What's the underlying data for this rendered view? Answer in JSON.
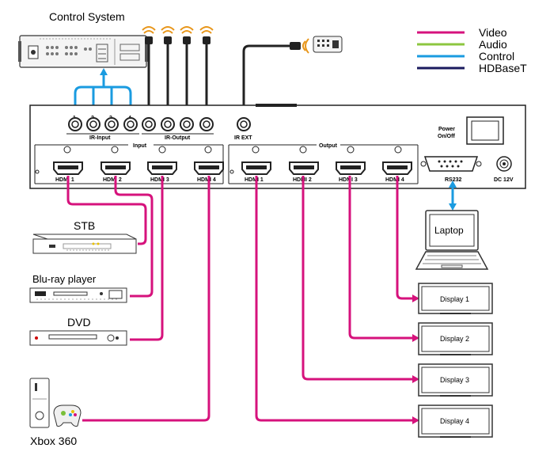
{
  "legend": {
    "items": [
      {
        "label": "Video",
        "color": "#d6127c"
      },
      {
        "label": "Audio",
        "color": "#8cc63f"
      },
      {
        "label": "Control",
        "color": "#1a9be0"
      },
      {
        "label": "HDBaseT",
        "color": "#1a1a5e"
      }
    ]
  },
  "control_system": {
    "title": "Control System"
  },
  "matrix": {
    "ir_input": {
      "label": "IR-Input",
      "ports": [
        "1",
        "2",
        "3",
        "4"
      ]
    },
    "ir_output": {
      "label": "IR-Output"
    },
    "ir_ext": {
      "label": "IR EXT"
    },
    "input_label": "Input",
    "output_label": "Output",
    "inputs": [
      "HDMI 1",
      "HDMI 2",
      "HDMI 3",
      "HDMI 4"
    ],
    "outputs": [
      "HDMI 1",
      "HDMI 2",
      "HDMI 3",
      "HDMI 4"
    ],
    "power_label_1": "Power",
    "power_label_2": "On/Off",
    "rs232_label": "RS232",
    "dc_label": "DC 12V"
  },
  "sources": {
    "stb": "STB",
    "bluray": "Blu-ray player",
    "dvd": "DVD",
    "xbox": "Xbox 360"
  },
  "laptop": {
    "label": "Laptop"
  },
  "displays": [
    "Display 1",
    "Display 2",
    "Display 3",
    "Display 4"
  ],
  "colors": {
    "video": "#d6127c",
    "control": "#1a9be0",
    "device": "#333333"
  }
}
